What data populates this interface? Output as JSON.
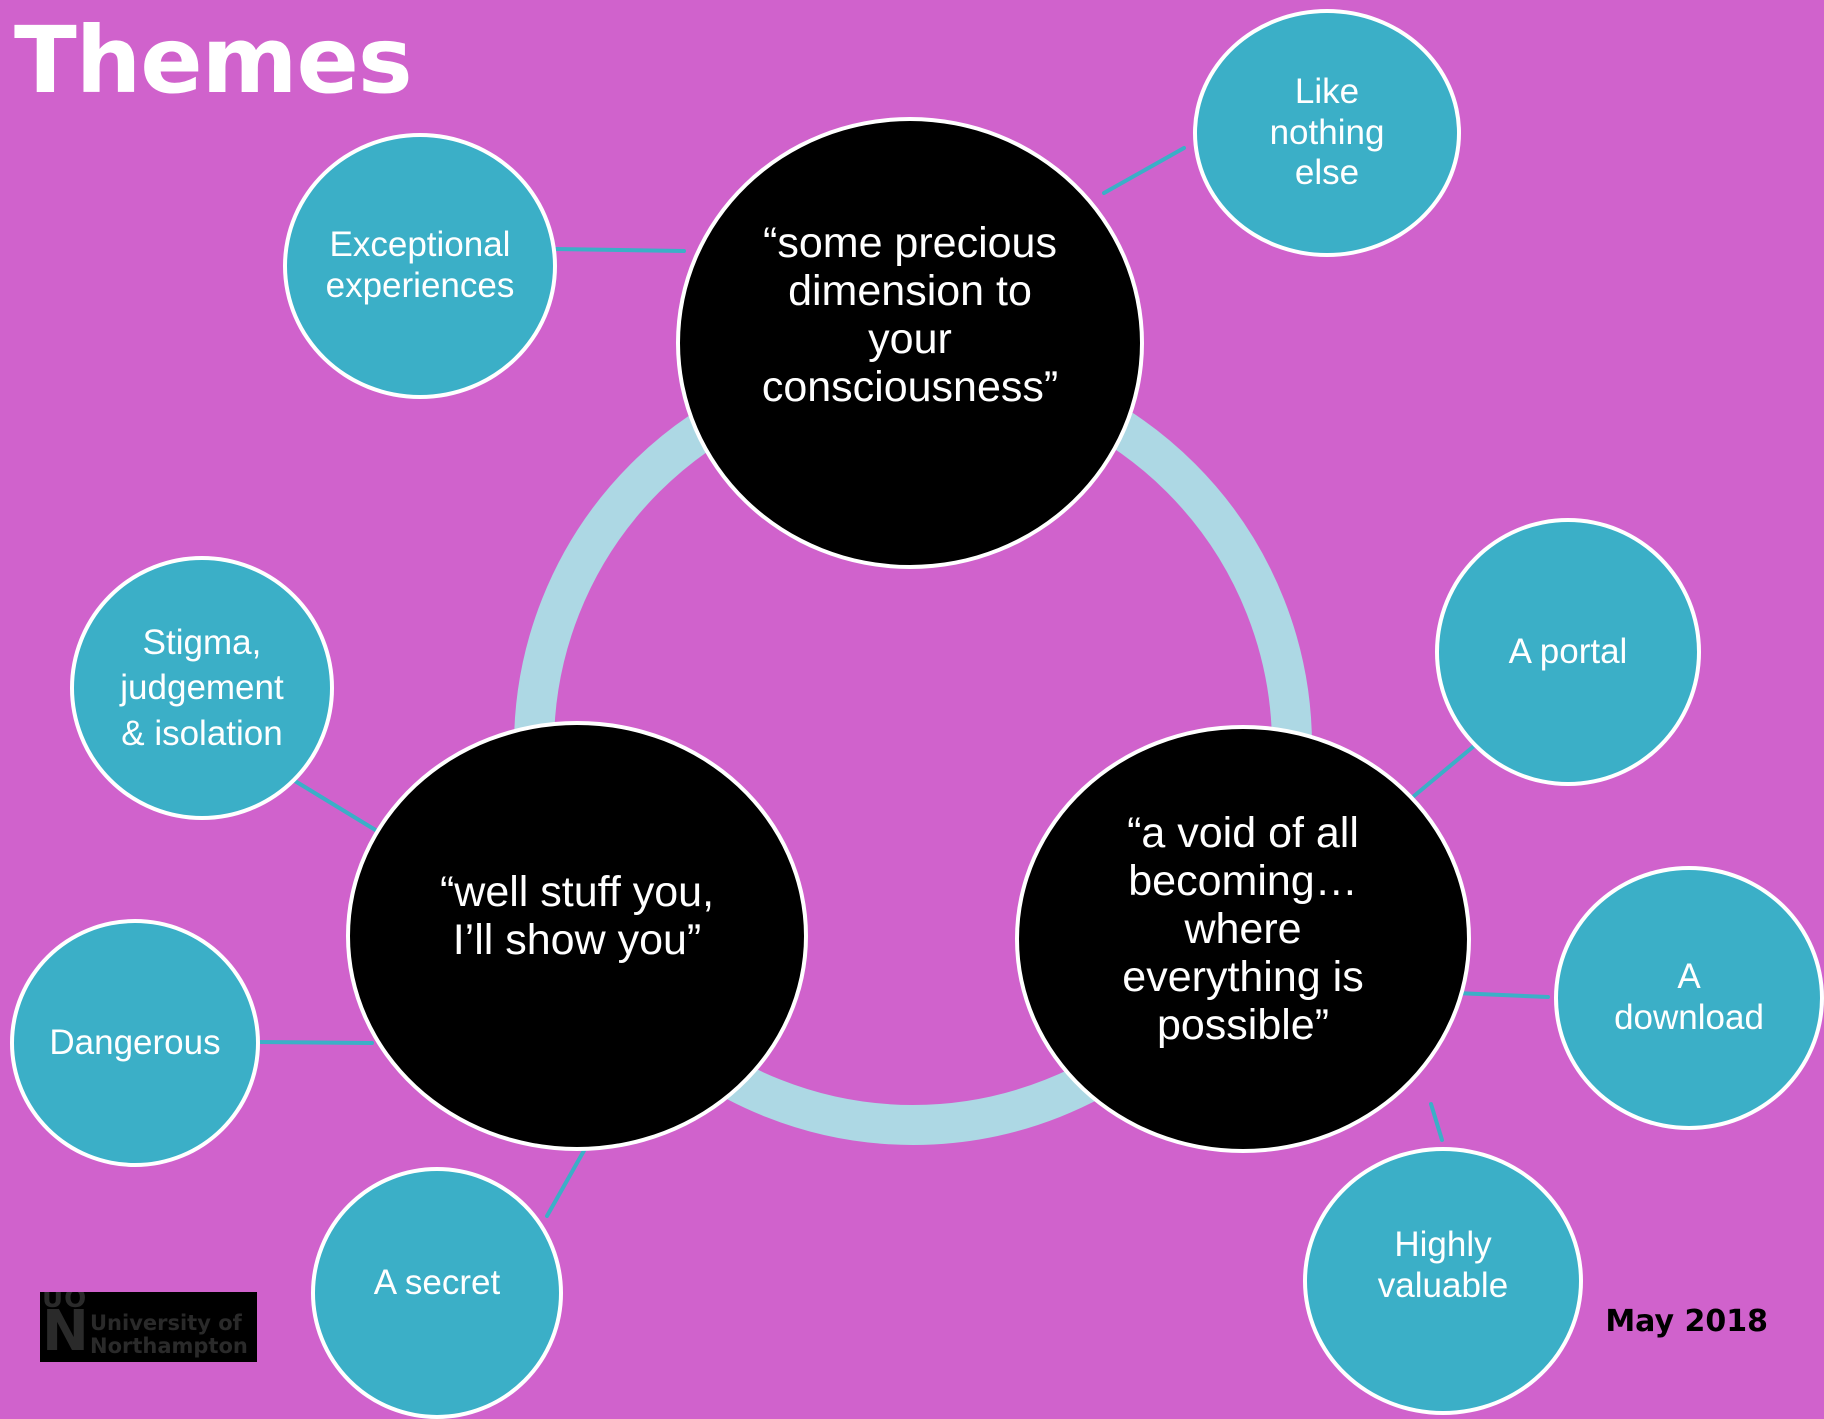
{
  "title": "Themes",
  "colors": {
    "background": "#D062CC",
    "core_fill": "#000000",
    "satellite_fill": "#3BAFC7",
    "outline": "#FFFFFF",
    "ring": "#ADD8E4",
    "connector": "#3BAFC7",
    "text_light": "#FFFFFF",
    "text_dark": "#000000"
  },
  "core_themes": [
    {
      "id": "consciousness",
      "text": "“some precious\ndimension to\nyour\nconsciousness”"
    },
    {
      "id": "show-you",
      "text": "“well stuff you,\nI’ll show you”"
    },
    {
      "id": "void",
      "text": "“a void of all\nbecoming…\nwhere\neverything is\npossible”"
    }
  ],
  "subthemes": [
    {
      "id": "exceptional-experiences",
      "parent": "consciousness",
      "text": "Exceptional\nexperiences"
    },
    {
      "id": "like-nothing-else",
      "parent": "consciousness",
      "text": "Like\nnothing\nelse"
    },
    {
      "id": "stigma",
      "parent": "show-you",
      "text": "Stigma,\njudgement\n& isolation"
    },
    {
      "id": "dangerous",
      "parent": "show-you",
      "text": "Dangerous"
    },
    {
      "id": "a-secret",
      "parent": "show-you",
      "text": "A secret"
    },
    {
      "id": "a-portal",
      "parent": "void",
      "text": "A portal"
    },
    {
      "id": "a-download",
      "parent": "void",
      "text": "A\ndownload"
    },
    {
      "id": "highly-valuable",
      "parent": "void",
      "text": "Highly\nvaluable"
    }
  ],
  "logo": {
    "mark": "UO",
    "initial": "N",
    "text": "University of\nNorthampton"
  },
  "date": "May 2018"
}
